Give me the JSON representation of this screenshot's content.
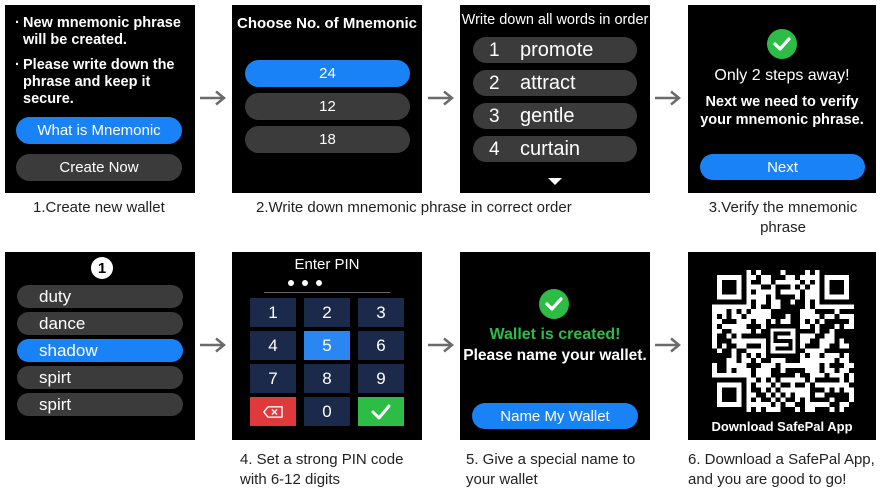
{
  "screens": {
    "s1": {
      "bullet1": "New mnemonic phrase will be created.",
      "bullet2": "Please write down the phrase and keep it secure.",
      "what_btn": "What is Mnemonic",
      "create_btn": "Create Now"
    },
    "s2": {
      "title": "Choose No. of Mnemonic",
      "options": [
        "24",
        "12",
        "18"
      ],
      "selected": "24"
    },
    "s3": {
      "title": "Write down all words in order",
      "words": [
        {
          "num": "1",
          "word": "promote"
        },
        {
          "num": "2",
          "word": "attract"
        },
        {
          "num": "3",
          "word": "gentle"
        },
        {
          "num": "4",
          "word": "curtain"
        }
      ]
    },
    "s4": {
      "line1": "Only 2  steps away!",
      "line2": "Next we need to verify your mnemonic phrase.",
      "next_btn": "Next"
    },
    "s5": {
      "step_badge": "1",
      "words": [
        "duty",
        "dance",
        "shadow",
        "spirt",
        "spirt"
      ],
      "selected": "shadow"
    },
    "s6": {
      "title": "Enter PIN",
      "keys": [
        "1",
        "2",
        "3",
        "4",
        "5",
        "6",
        "7",
        "8",
        "9",
        "0"
      ],
      "active_key": "5"
    },
    "s7": {
      "created": "Wallet is created!",
      "prompt": "Please name your wallet.",
      "name_btn": "Name My Wallet"
    },
    "s8": {
      "download": "Download SafePal App"
    }
  },
  "captions": {
    "c1": "1.Create new wallet",
    "c2": "2.Write down mnemonic phrase in correct order",
    "c3": "3.Verify the mnemonic phrase",
    "c4": "4. Set a strong PIN code with 6-12 digits",
    "c5": "5. Give a special name to your wallet",
    "c6": "6. Download a SafePal App, and you are good to go!"
  },
  "colors": {
    "accent_blue": "#1a82f7",
    "pill_gray": "#3b3b3b",
    "success_green": "#2dbd47",
    "delete_red": "#e0393b",
    "key_navy": "#1b2a4a"
  }
}
